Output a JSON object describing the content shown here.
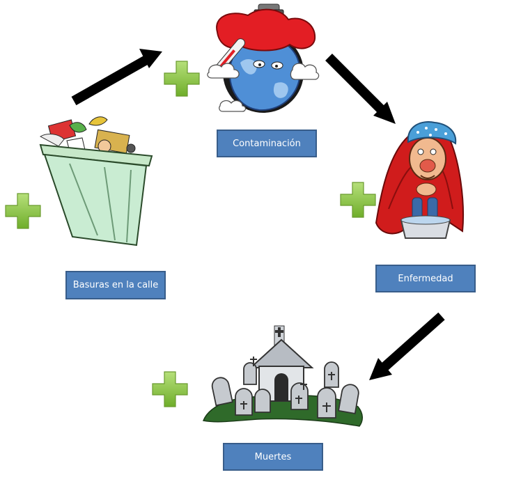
{
  "nodes": {
    "contaminacion": {
      "label": "Contaminación"
    },
    "enfermedad": {
      "label": "Enfermedad"
    },
    "basuras": {
      "label": "Basuras en la calle"
    },
    "muertes": {
      "label": "Muertes"
    }
  },
  "icons": {
    "contaminacion": "sick-earth-icon",
    "enfermedad": "sick-person-icon",
    "basuras": "trash-can-icon",
    "muertes": "cemetery-icon",
    "plus": "green-plus-icon",
    "arrow": "black-arrow-icon"
  },
  "colors": {
    "box_fill": "#4f81bd",
    "box_border": "#385d8a",
    "box_text": "#ffffff",
    "plus": "#8cc63f",
    "arrow": "#000000"
  }
}
